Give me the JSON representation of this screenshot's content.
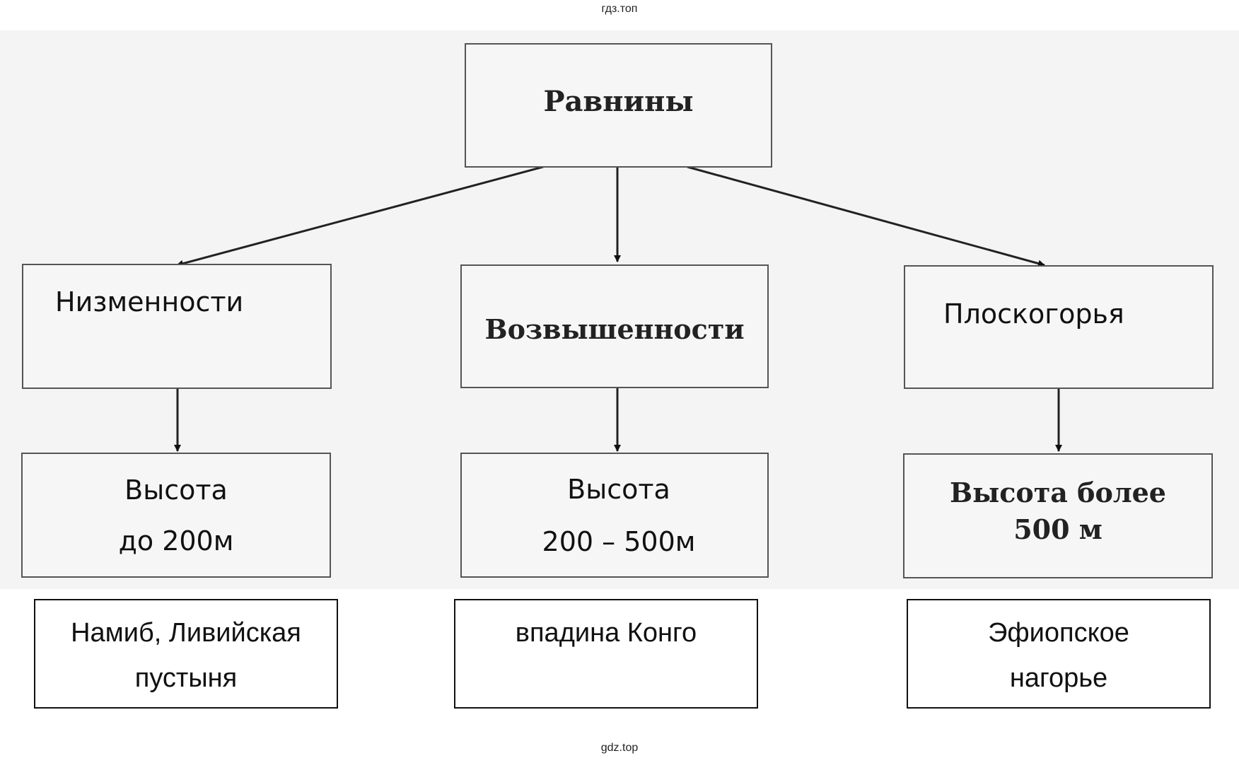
{
  "watermark_top": "гдз.топ",
  "watermark_bottom": "gdz.top",
  "diagram": {
    "root": {
      "label": "Равнины"
    },
    "types": [
      {
        "label": "Низменности",
        "height_line1": "Высота",
        "height_line2": "до 200м",
        "answer_line1": "Намиб, Ливийская",
        "answer_line2": "пустыня"
      },
      {
        "label": "Возвышенности",
        "height_line1": "Высота",
        "height_line2": "200 – 500м",
        "answer_line1": "впадина Конго",
        "answer_line2": ""
      },
      {
        "label": "Плоскогорья",
        "height_line1": "Высота более",
        "height_line2": "500 м",
        "answer_line1": "Эфиопское",
        "answer_line2": "нагорье"
      }
    ],
    "edges": [
      {
        "from": "Равнины",
        "to": "Низменности"
      },
      {
        "from": "Равнины",
        "to": "Возвышенности"
      },
      {
        "from": "Равнины",
        "to": "Плоскогорья"
      },
      {
        "from": "Низменности",
        "to": "Высота до 200м"
      },
      {
        "from": "Возвышенности",
        "to": "Высота 200 – 500м"
      },
      {
        "from": "Плоскогорья",
        "to": "Высота более 500 м"
      }
    ]
  }
}
